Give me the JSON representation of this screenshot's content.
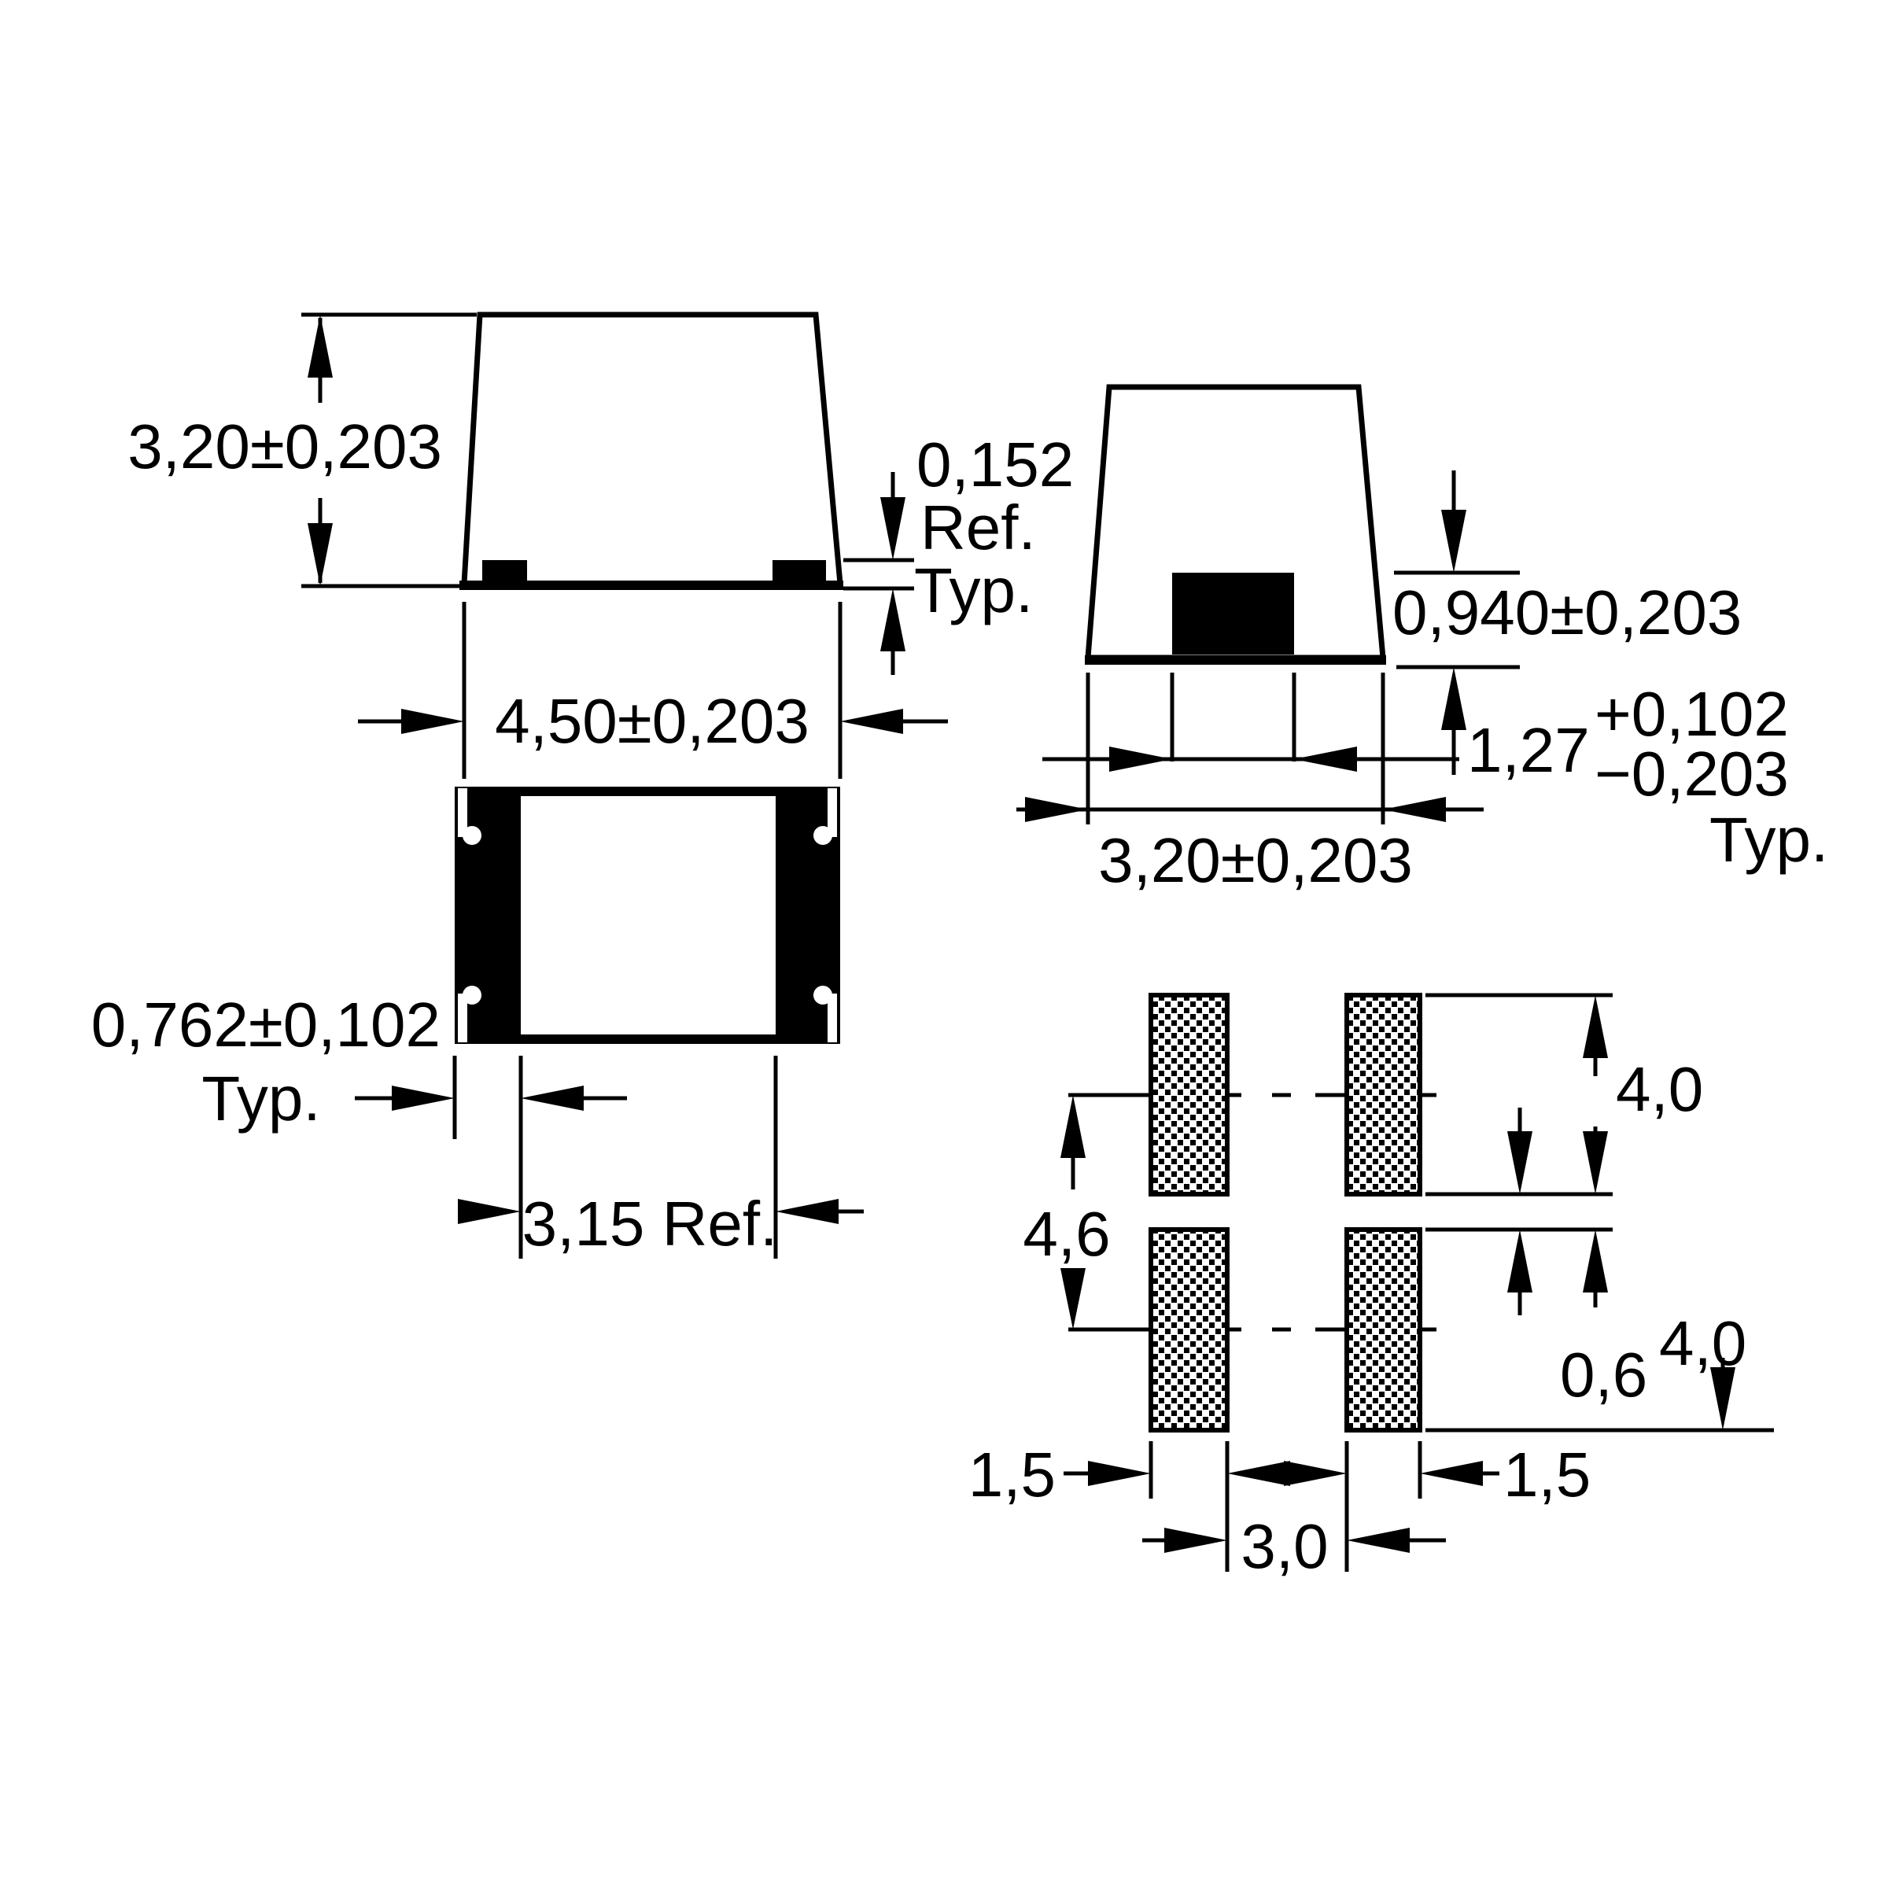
{
  "front_view": {
    "height": "3,20±0,203",
    "width": "4,50±0,203",
    "plating_value": "0,152",
    "plating_ref": "Ref.",
    "plating_typ": "Typ."
  },
  "bottom_view": {
    "terminal_width": "0,762±0,102",
    "terminal_width_typ": "Typ.",
    "terminal_spacing": "3,15 Ref."
  },
  "side_view": {
    "terminal_height": "0,940±0,203",
    "terminal_length": "1,27",
    "tolerance_plus": "+0,102",
    "tolerance_minus": "−0,203",
    "tolerance_typ": "Typ.",
    "body_width": "3,20±0,203"
  },
  "land_pattern": {
    "pad_length_top": "4,0",
    "pad_length_bottom": "4,0",
    "row_pitch": "4,6",
    "row_gap": "0,6",
    "pad_width_left": "1,5",
    "pad_width_right": "1,5",
    "pad_gap": "3,0"
  },
  "colors": {
    "line": "#000000",
    "background": "#ffffff"
  }
}
